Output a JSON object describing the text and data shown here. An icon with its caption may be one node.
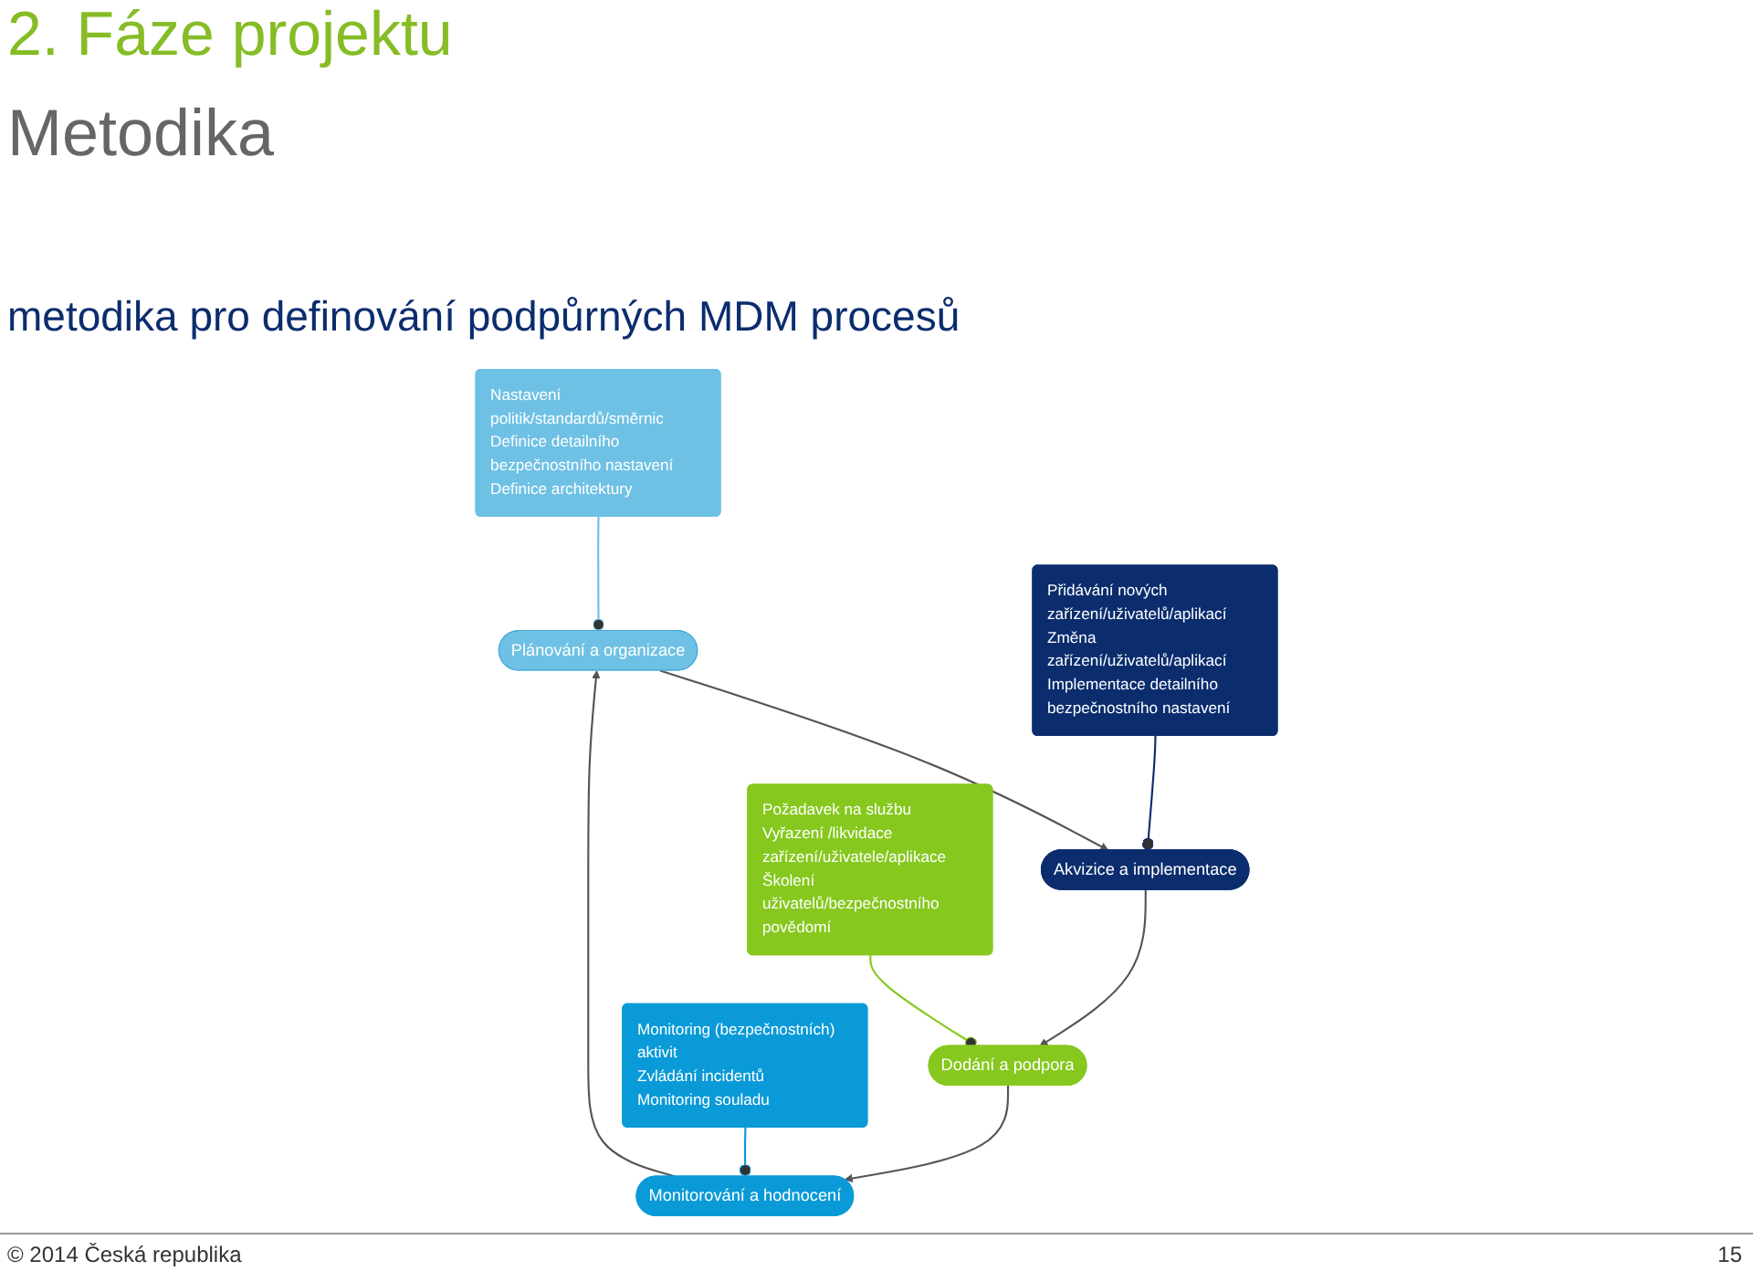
{
  "diagram": {
    "title": "2. Fáze projektu",
    "caption": "metodika pro definování podpůrných MDM procesů",
    "nodes": [
      {
        "text": [
          "Nastavení politik/standardů/směrnic",
          "Definice detailního bezpečnostního nastavení",
          "Definice architektury"
        ]
      },
      {
        "text": [
          "Plánování a organizace"
        ]
      },
      {
        "text": [
          "Akvizice a implementace"
        ]
      },
      {
        "text": [
          "Přidávání nových zařízení/uživatelů/aplikací",
          "Změna zařízení/uživatelů/aplikací",
          "Implementace detailního bezpečnostního nastavení"
        ]
      },
      {
        "text": [
          "Monitorování a hodnocení"
        ]
      },
      {
        "text": [
          "Dodání a podpora"
        ]
      },
      {
        "text": [
          "Monitoring (bezpečnostních) aktivit",
          "Zvládání incidentů",
          "Monitoring souladu"
        ]
      },
      {
        "text": [
          "Požadavek na službu",
          "Vyřazení /likvidace zařízení/uživatele/aplikace",
          "Školení uživatelů/bezpečnostního povědomí"
        ]
      }
    ],
    "edges": [
      {
        "from": 1,
        "to": 2,
        "arrow": "to"
      },
      {
        "from": 2,
        "to": 5,
        "arrow": "to"
      },
      {
        "from": 5,
        "to": 4,
        "arrow": "to"
      },
      {
        "from": 4,
        "to": 1,
        "arrow": "to"
      },
      {
        "from": 0,
        "to": 1,
        "arrow": "other",
        "color": "#6ec1e4"
      },
      {
        "from": 3,
        "to": 2,
        "arrow": "other",
        "color": "#0b2d6e"
      },
      {
        "from": 6,
        "to": 4,
        "arrow": "other",
        "color": "#0a9ad7"
      },
      {
        "from": 7,
        "to": 5,
        "arrow": "other",
        "color": "#86c81e"
      }
    ],
    "labels": [
      "Metodika",
      "© 2014 Česká republika",
      "15"
    ]
  }
}
